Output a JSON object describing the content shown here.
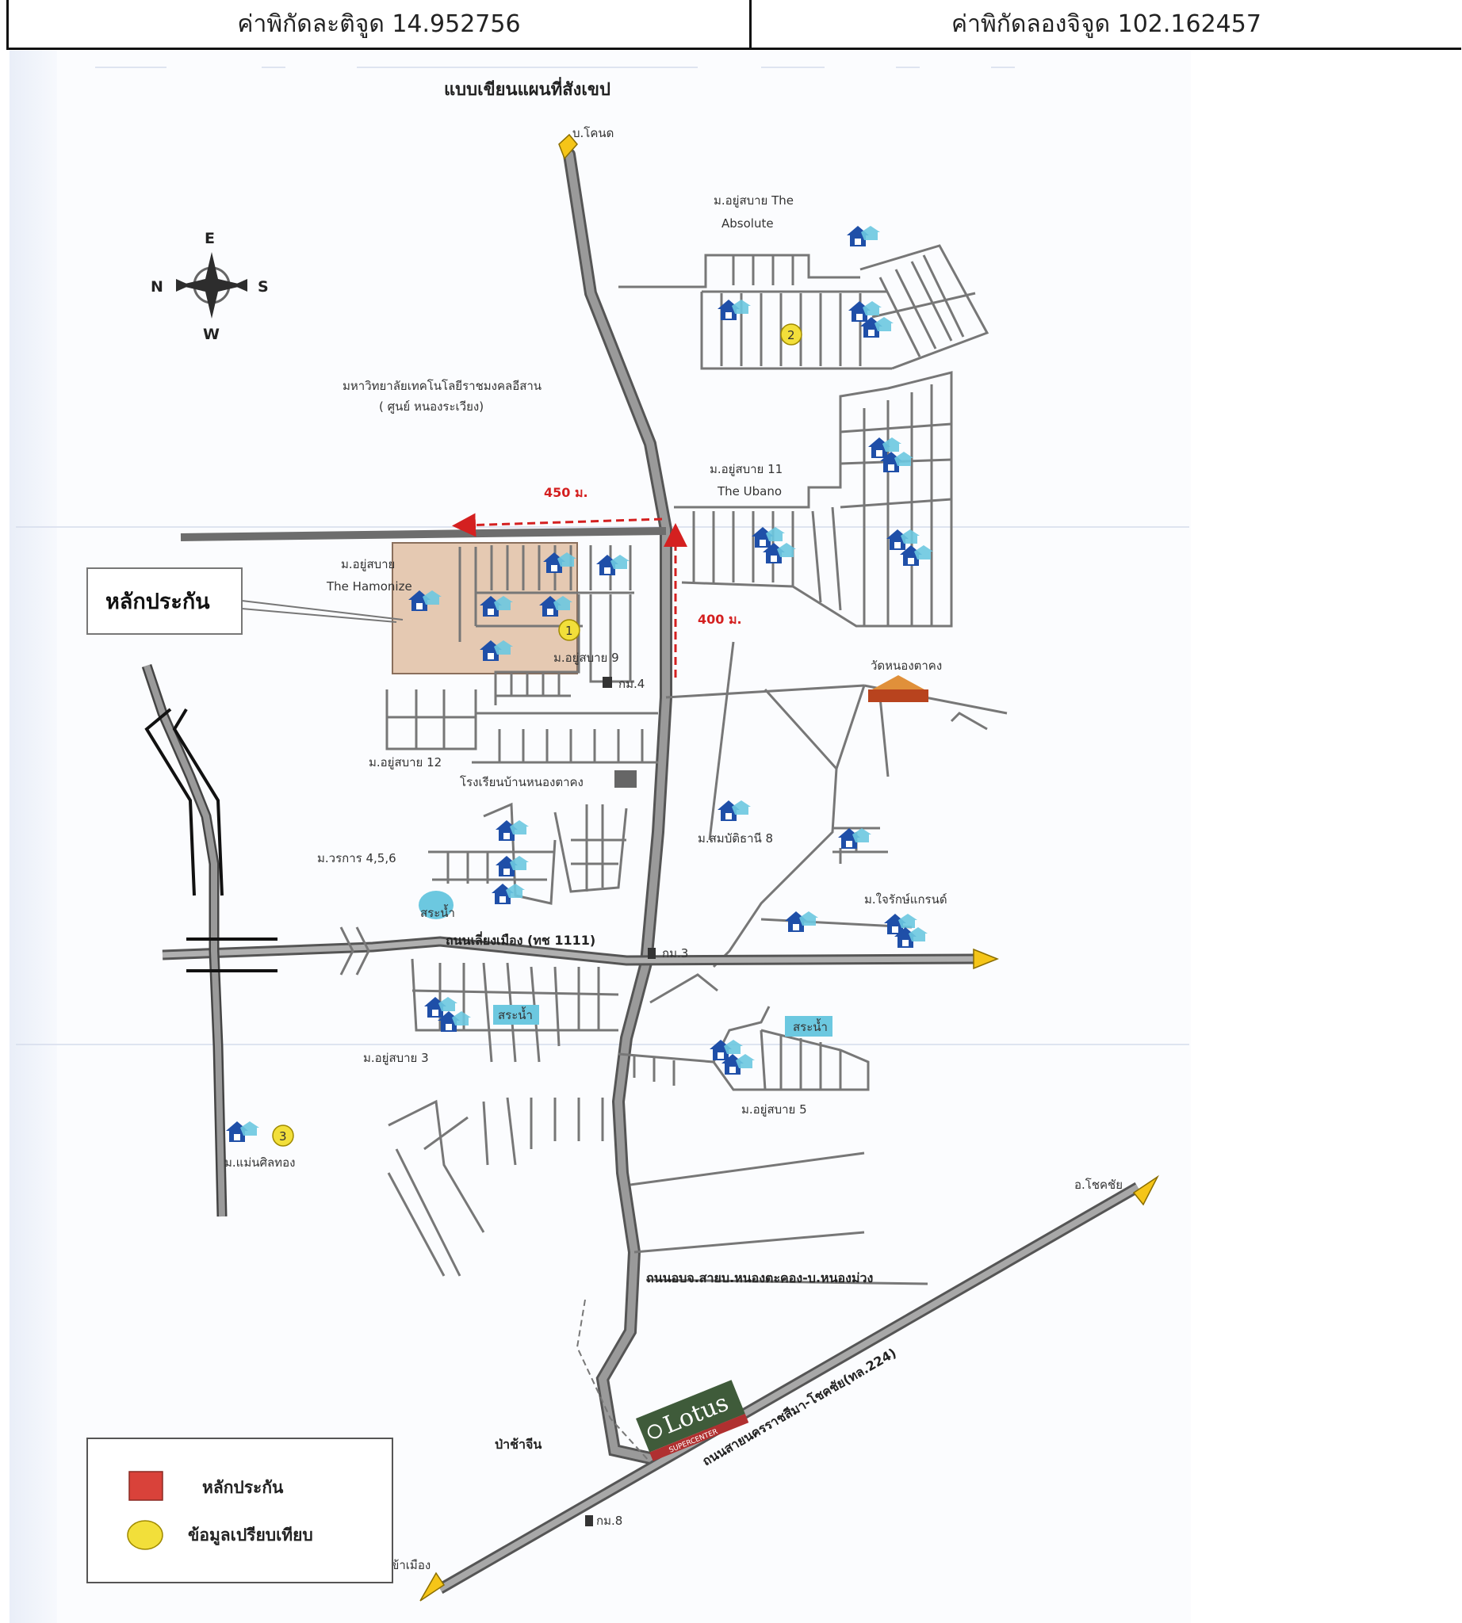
{
  "header": {
    "latitude_text": "ค่าพิกัดละติจูด 14.952756",
    "longitude_text": "ค่าพิกัดลองจิจูด 102.162457"
  },
  "map": {
    "title": "แบบเขียนแผนที่สังเขป",
    "compass": {
      "top": "E",
      "left": "N",
      "right": "S",
      "bottom": "W"
    },
    "labels": {
      "north_destination": "บ.โคนด",
      "absolute_line1": "ม.อยู่สบาย The",
      "absolute_line2": "Absolute",
      "university_line1": "มหาวิทยาลัยเทคโนโลยีราชมงคลอีสาน",
      "university_line2": "( ศูนย์ หนองระเวียง)",
      "ubano_line1": "ม.อยู่สบาย 11",
      "ubano_line2": "The Ubano",
      "harmonize_line1": "ม.อยู่สบาย",
      "harmonize_line2": "The Hamonize",
      "collateral_callout": "หลักประกัน",
      "dist_450": "450 ม.",
      "dist_400": "400 ม.",
      "village9": "ม.อยู่สบาย 9",
      "km4": "กม.4",
      "temple": "วัดหนองตาคง",
      "village12": "ม.อยู่สบาย 12",
      "school": "โรงเรียนบ้านหนองตาคง",
      "sombat": "ม.สมบัติธานี 8",
      "worakan": "ม.วรการ 4,5,6",
      "jairak": "ม.ใจรักษ์แกรนด์",
      "pond1": "สระน้ำ",
      "road1111": "ถนนเลี่ยงเมือง (ทช 1111)",
      "km3": "กม.3",
      "pond2": "สระน้ำ",
      "pond3": "สระน้ำ",
      "village3": "ม.อยู่สบาย 3",
      "village5": "ม.อยู่สบาย 5",
      "maenin": "ม.แม่นศิลทอง",
      "chokchai": "อ.โชคชัย",
      "local_road": "ถนนอบจ.สายบ.หนองตะคอง-บ.หนองม่วง",
      "highway224": "ถนนสายนครราชสีมา-โชคชัย(ทล.224)",
      "pachajin": "ป่าช้าจีน",
      "km_bottom": "กม.8",
      "to_city": "เข้าเมือง",
      "lotus_brand": "Lotus",
      "lotus_sub": "SUPERCENTER"
    },
    "markers": [
      "1",
      "2",
      "3"
    ]
  },
  "legend": {
    "collateral": "หลักประกัน",
    "comparison": "ข้อมูลเปรียบเทียบ",
    "colors": {
      "collateral": "#d9423a",
      "comparison": "#f2df3a"
    }
  },
  "colors": {
    "road": "#8c8c8c",
    "road_dark": "#555555",
    "collateral_area": "#e5c9b2",
    "marker": "#f2df3a",
    "house": "#1f4fa8",
    "pond": "#6cc8e0",
    "arrow": "#f5c518",
    "distance": "#d42020"
  }
}
